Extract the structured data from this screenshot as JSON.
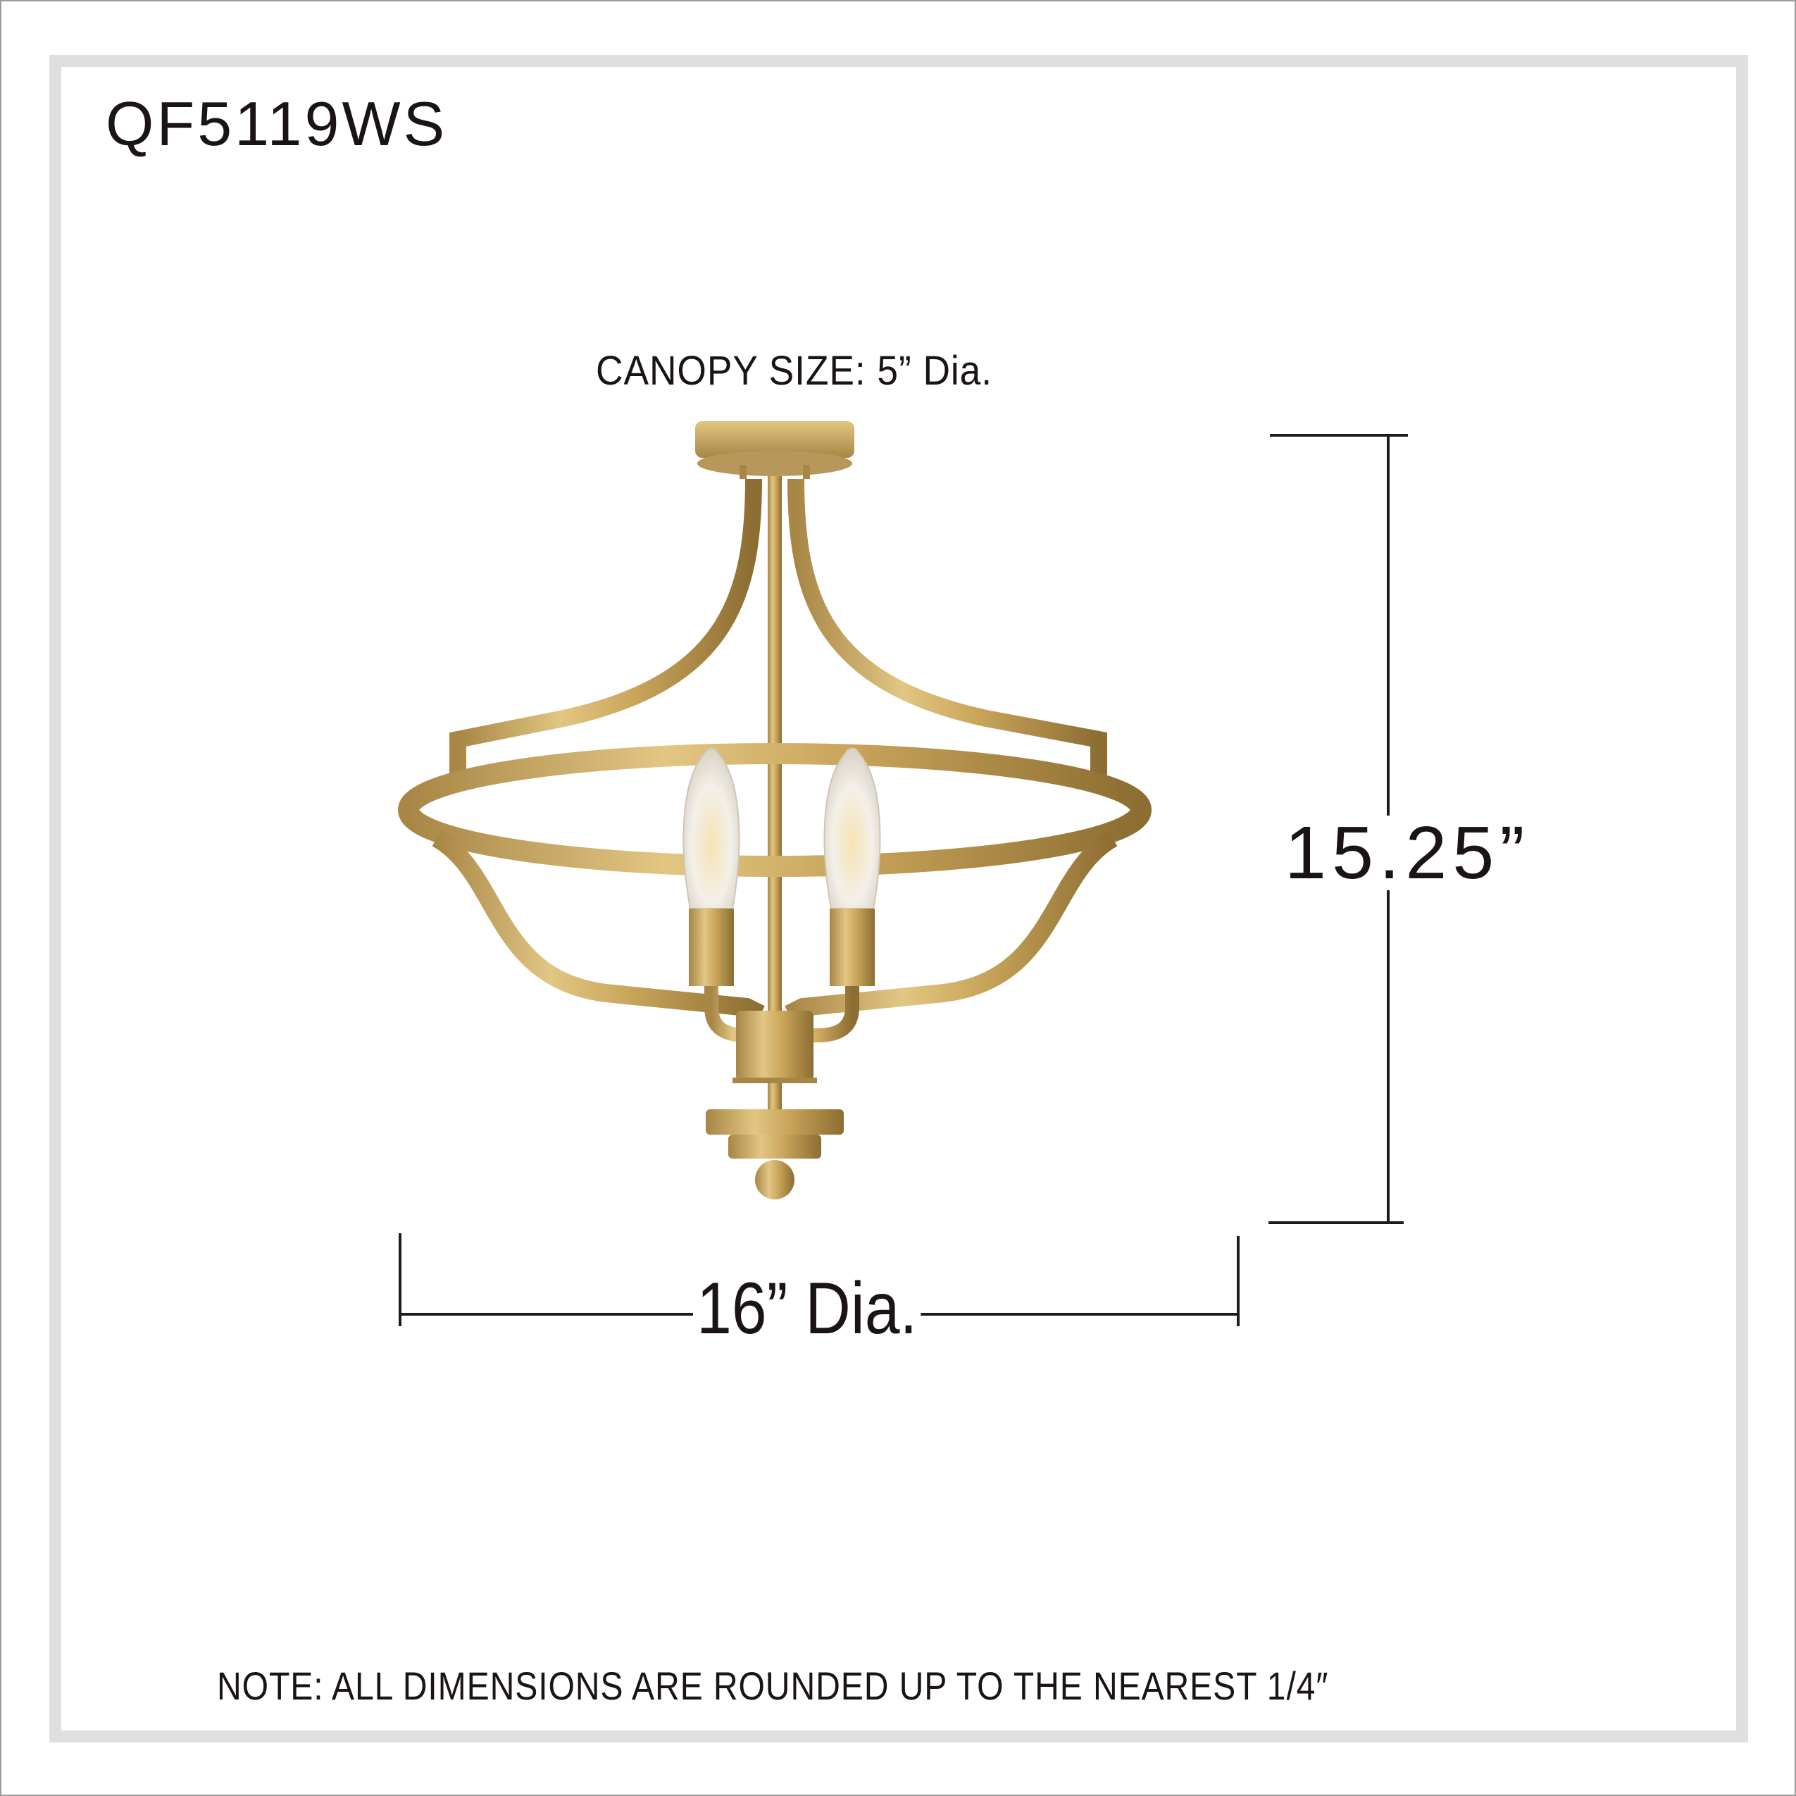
{
  "header": {
    "model_number": "QF5119WS"
  },
  "drawing": {
    "canopy_label": "CANOPY SIZE: 5” Dia.",
    "height_label": "15.25”",
    "width_label": "16” Dia.",
    "product": "semi-flush mount 2-light fixture",
    "finish_color": "#c9a55a",
    "finish_highlight": "#e6cc8a",
    "finish_shadow": "#8c6d32",
    "bulb_count": 2
  },
  "footer": {
    "note": "NOTE:  ALL DIMENSIONS ARE ROUNDED UP TO THE NEAREST  1/4″"
  },
  "frame": {
    "border_color": "#dfdfdd",
    "outer_border_color": "#9a9a9a"
  }
}
